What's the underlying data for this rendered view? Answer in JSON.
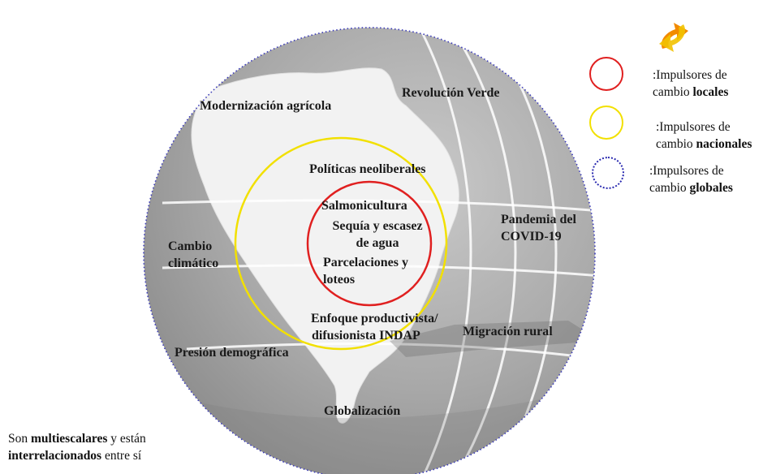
{
  "labels": {
    "modernizacion": "Modernización agrícola",
    "revolucion_verde": "Revolución Verde",
    "politicas": "Políticas neoliberales",
    "salmonicultura": "Salmonicultura",
    "sequia_1": "Sequía y escasez",
    "sequia_2": "de agua",
    "parcelaciones_1": "Parcelaciones y",
    "parcelaciones_2": "loteos",
    "pandemia_1": "Pandemia del",
    "pandemia_2": "COVID-19",
    "cambio_1": "Cambio",
    "cambio_2": "climático",
    "enfoque_1": "Enfoque productivista/",
    "enfoque_2": "difusionista INDAP",
    "migracion": "Migración rural",
    "presion": "Presión demográfica",
    "globalizacion": "Globalización"
  },
  "legend": [
    {
      "prefix": ":Impulsores de",
      "line2": "cambio ",
      "bold": "locales",
      "color": "#e02020",
      "style": "solid"
    },
    {
      "prefix": ":Impulsores de",
      "line2": "cambio ",
      "bold": "nacionales",
      "color": "#f2e000",
      "style": "solid"
    },
    {
      "prefix": ":Impulsores de",
      "line2": "cambio ",
      "bold": "globales",
      "color": "#2a2ab0",
      "style": "dotted"
    }
  ],
  "footnote": {
    "pre": "Son ",
    "bold1": "multiescalares",
    "mid": " y están",
    "bold2": "interrelacionados",
    "post": " entre sí"
  },
  "colors": {
    "local_ring": "#e02020",
    "national_ring": "#f2e000",
    "global_ring": "#3a3ab8",
    "globe_dark": "#9c9c9c",
    "globe_light": "#efefef"
  }
}
